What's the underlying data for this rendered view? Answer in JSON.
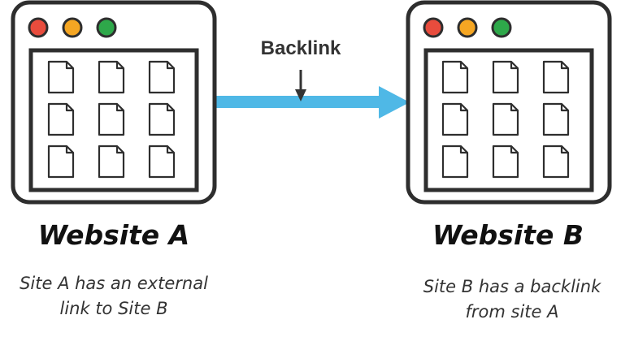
{
  "connection": {
    "label": "Backlink",
    "arrow_color": "#4fb8e6",
    "pointer_color": "#333333"
  },
  "window_style": {
    "frame_color": "#2e2e2e",
    "dot_colors": [
      "#e84c3d",
      "#f5a623",
      "#2ea84a"
    ],
    "page_icon": "document-icon"
  },
  "sites": [
    {
      "title": "Website A",
      "description": [
        "Site A has an external",
        "link to Site B"
      ]
    },
    {
      "title": "Website B",
      "description": [
        "Site B has a backlink",
        "from site A"
      ]
    }
  ]
}
